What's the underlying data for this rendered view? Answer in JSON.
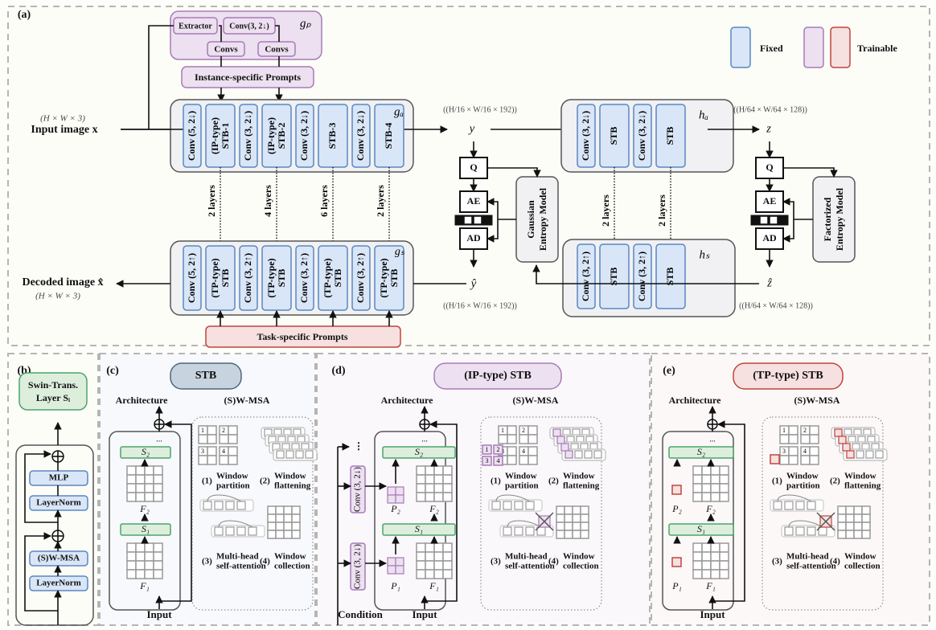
{
  "panel_a": {
    "label": "(a)",
    "legend": {
      "fixed": "Fixed",
      "trainable": "Trainable",
      "colors": {
        "fixed_fill": "#d9e6f7",
        "fixed_stroke": "#5b87c2",
        "ip_fill": "#ede0f0",
        "ip_stroke": "#a77bb8",
        "tp_fill": "#f6e0e0",
        "tp_stroke": "#c0443d"
      }
    },
    "gp": {
      "label": "g_p",
      "extractor": "Extractor",
      "conv": "Conv(3, 2↓)",
      "convs1": "Convs",
      "convs2": "Convs",
      "prompts": "Instance-specific Prompts"
    },
    "input": {
      "label": "Input image x",
      "dims": "(H × W × 3)"
    },
    "ga": {
      "label": "g_a",
      "blocks": [
        "Conv (5, 2↓)",
        "(IP-type) STB-1",
        "Conv (3, 2↓)",
        "(IP-type) STB-2",
        "Conv (3, 2↓)",
        "STB-3",
        "Conv (3, 2↓)",
        "STB-4"
      ]
    },
    "y": {
      "label": "y",
      "dims": "(H/16 × W/16 × 192)"
    },
    "ha": {
      "label": "h_a",
      "blocks": [
        "Conv (3, 2↓)",
        "STB",
        "Conv (3, 2↓)",
        "STB"
      ]
    },
    "z": {
      "label": "z",
      "dims": "(H/64 × W/64 × 128)"
    },
    "layers": [
      "2 layers",
      "4 layers",
      "6 layers",
      "2 layers"
    ],
    "hyper_layers": [
      "2 layers",
      "2 layers"
    ],
    "coding": {
      "q": "Q",
      "ae": "AE",
      "ad": "AD"
    },
    "gaussian": "Gaussian Entropy Model",
    "factorized": "Factorized Entropy Model",
    "gs": {
      "label": "g_s",
      "blocks": [
        "Conv (5, 2↑)",
        "(TP-type) STB",
        "Conv (3, 2↑)",
        "(TP-type) STB",
        "Conv (3, 2↑)",
        "(TP-type) STB",
        "Conv (3, 2↑)",
        "(TP-type) STB"
      ]
    },
    "hs": {
      "label": "h_s",
      "blocks": [
        "Conv (3, 2↑)",
        "STB",
        "Conv (3, 2↑)",
        "STB"
      ]
    },
    "yhat": {
      "label": "ŷ",
      "dims": "(H/16 × W/16 × 192)"
    },
    "zhat": {
      "label": "ẑ",
      "dims": "(H/64 × W/64 × 128)"
    },
    "decoded": {
      "label": "Decoded image x̂",
      "dims": "(H × W × 3)"
    },
    "task_prompts": "Task-specific Prompts"
  },
  "panel_b": {
    "label": "(b)",
    "title": "Swin-Trans. Layer Sᵢ",
    "blocks": [
      "MLP",
      "LayerNorm",
      "(S)W-MSA",
      "LayerNorm"
    ]
  },
  "panel_c": {
    "label": "(c)",
    "title": "STB",
    "architecture": "Architecture",
    "msa": "(S)W-MSA",
    "input": "Input",
    "s1": "S₁",
    "s2": "S₂",
    "f1": "F₁",
    "f2": "F₂"
  },
  "panel_d": {
    "label": "(d)",
    "title": "(IP-type) STB",
    "architecture": "Architecture",
    "msa": "(S)W-MSA",
    "input": "Input",
    "condition": "Condition",
    "conv": "Conv (3, 2↓)",
    "p1": "P₁",
    "p2": "P₂",
    "s1": "S₁",
    "s2": "S₂",
    "f1": "F₁",
    "f2": "F₂"
  },
  "panel_e": {
    "label": "(e)",
    "title": "(TP-type) STB",
    "architecture": "Architecture",
    "msa": "(S)W-MSA",
    "input": "Input",
    "p1": "P₁",
    "p2": "P₂",
    "s1": "S₁",
    "s2": "S₂",
    "f1": "F₁",
    "f2": "F₂"
  },
  "steps": [
    {
      "num": "(1)",
      "line1": "Window",
      "line2": "partition"
    },
    {
      "num": "(2)",
      "line1": "Window",
      "line2": "flattening"
    },
    {
      "num": "(3)",
      "line1": "Multi-head",
      "line2": "self-attention"
    },
    {
      "num": "(4)",
      "line1": "Window",
      "line2": "collection"
    }
  ],
  "window_nums": [
    "1",
    "2",
    "3",
    "4"
  ]
}
